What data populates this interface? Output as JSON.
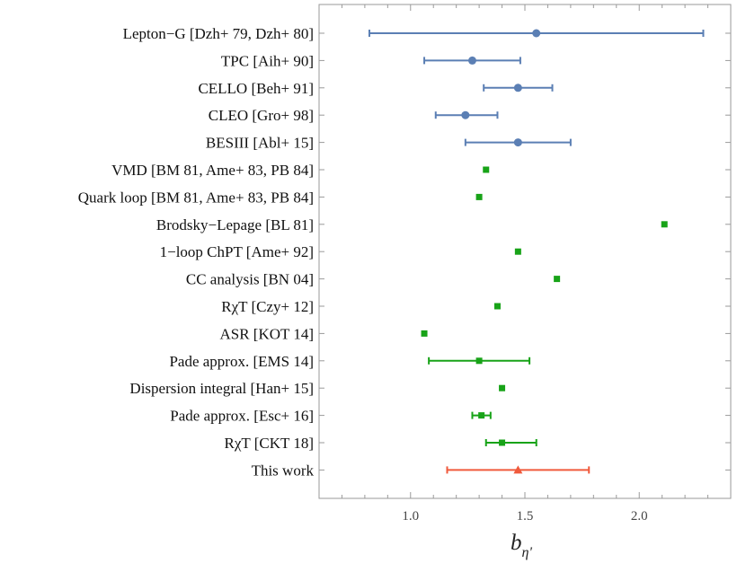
{
  "chart_data": {
    "type": "scatter",
    "title": "",
    "xlabel": "b",
    "xlabel_subscript": "η'",
    "ylabel": "",
    "xlim": [
      0.6,
      2.4
    ],
    "xticks": [
      1.0,
      1.5,
      2.0
    ],
    "xtick_labels": [
      "1.0",
      "1.5",
      "2.0"
    ],
    "grid": false,
    "series": [
      {
        "color": "#5b7fb4",
        "marker": "circle",
        "entries": [
          {
            "label": "Lepton−G [Dzh+ 79, Dzh+ 80]",
            "value": 1.55,
            "err_low": 0.82,
            "err_high": 2.28
          },
          {
            "label": "TPC [Aih+ 90]",
            "value": 1.27,
            "err_low": 1.06,
            "err_high": 1.48
          },
          {
            "label": "CELLO [Beh+ 91]",
            "value": 1.47,
            "err_low": 1.32,
            "err_high": 1.62
          },
          {
            "label": "CLEO [Gro+ 98]",
            "value": 1.24,
            "err_low": 1.11,
            "err_high": 1.38
          },
          {
            "label": "BESIII [Abl+ 15]",
            "value": 1.47,
            "err_low": 1.24,
            "err_high": 1.7
          }
        ]
      },
      {
        "color": "#18a318",
        "marker": "square",
        "entries": [
          {
            "label": "VMD [BM 81, Ame+ 83, PB 84]",
            "value": 1.33
          },
          {
            "label": "Quark loop [BM 81, Ame+ 83, PB 84]",
            "value": 1.3
          },
          {
            "label": "Brodsky−Lepage [BL 81]",
            "value": 2.11
          },
          {
            "label": "1−loop ChPT [Ame+ 92]",
            "value": 1.47
          },
          {
            "label": "CC analysis [BN 04]",
            "value": 1.64
          },
          {
            "label": "RχT [Czy+ 12]",
            "value": 1.38
          },
          {
            "label": "ASR [KOT 14]",
            "value": 1.06
          },
          {
            "label": "Pade approx. [EMS 14]",
            "value": 1.3,
            "err_low": 1.08,
            "err_high": 1.52
          },
          {
            "label": "Dispersion integral [Han+ 15]",
            "value": 1.4
          },
          {
            "label": "Pade approx. [Esc+ 16]",
            "value": 1.31,
            "err_low": 1.27,
            "err_high": 1.35
          },
          {
            "label": "RχT [CKT 18]",
            "value": 1.4,
            "err_low": 1.33,
            "err_high": 1.55
          }
        ]
      },
      {
        "color": "#f05a3c",
        "marker": "triangle",
        "entries": [
          {
            "label": "This work",
            "value": 1.47,
            "err_low": 1.16,
            "err_high": 1.78
          }
        ]
      }
    ]
  }
}
